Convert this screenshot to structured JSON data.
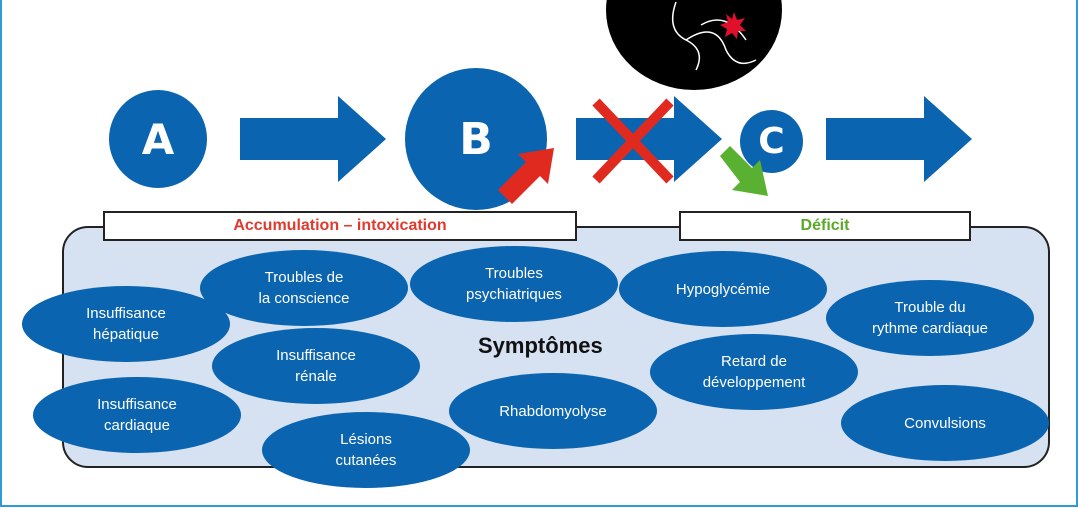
{
  "steps": {
    "a": "A",
    "b": "B",
    "c": "C"
  },
  "headers": {
    "accumulation": "Accumulation – intoxication",
    "deficit": "Déficit"
  },
  "center_label": "Symptômes",
  "symptoms": [
    "Troubles de\nla conscience",
    "Troubles\npsychiatriques",
    "Hypoglycémie",
    "Insuffisance\nhépatique",
    "Trouble du\nrythme cardiaque",
    "Insuffisance\nrénale",
    "Retard de\ndéveloppement",
    "Insuffisance\ncardiaque",
    "Rhabdomyolyse",
    "Convulsions",
    "Lésions\ncutanées"
  ],
  "colors": {
    "primary_blue": "#0a64b0",
    "panel_bg": "#d6e2f2",
    "accumulation_text": "#e03a2e",
    "deficit_text": "#5aaa2a",
    "up_arrow": "#e02a20",
    "down_arrow": "#5ab030",
    "cross": "#e02a20",
    "frame_border": "#2e9bd6"
  },
  "icons": [
    "up-arrow-red",
    "down-arrow-green",
    "cross-x",
    "black-circle-squiggle"
  ]
}
